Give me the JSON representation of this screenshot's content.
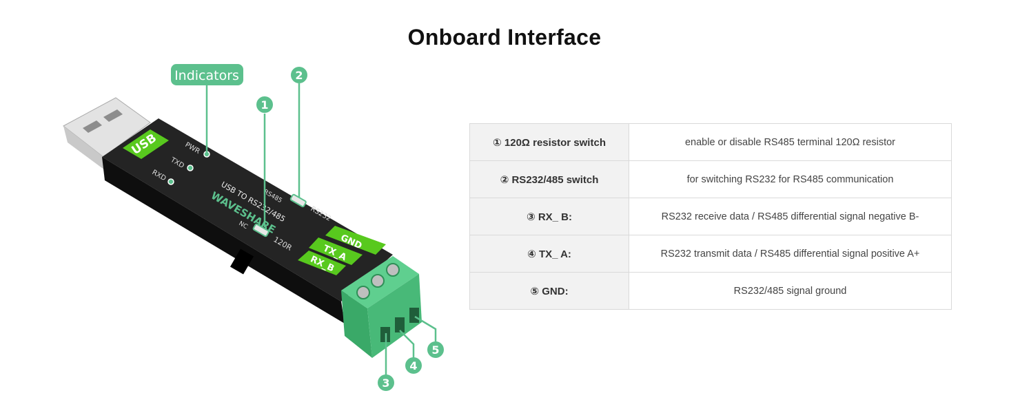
{
  "title": "Onboard Interface",
  "device": {
    "indicators_label": "Indicators",
    "usb_label": "USB",
    "pwr_label": "PWR",
    "txd_label": "TXD",
    "rxd_label": "RXD",
    "product_label": "USB TO RS232/485",
    "brand_label": "WAVESHARE",
    "rs485_label": "RS485",
    "rs232_label": "RS232",
    "nc_label": "NC",
    "r120_label": "120R",
    "pins": [
      "GND",
      "TX_A",
      "RX_B"
    ],
    "callouts": [
      "1",
      "2",
      "3",
      "4",
      "5"
    ]
  },
  "table": {
    "rows": [
      {
        "key": "① 120Ω resistor switch",
        "value": "enable or disable RS485 terminal 120Ω resistor"
      },
      {
        "key": "② RS232/485 switch",
        "value": "for switching RS232 for RS485 communication"
      },
      {
        "key": "③ RX_ B:",
        "value": "RS232 receive data / RS485 differential signal negative B-"
      },
      {
        "key": "④ TX_ A:",
        "value": "RS232 transmit data / RS485 differential signal positive A+"
      },
      {
        "key": "⑤ GND:",
        "value": "RS232/485 signal ground"
      }
    ]
  },
  "colors": {
    "accent": "#5cc08d",
    "device_body": "#1a1a1a",
    "label_green": "#58c91e",
    "terminal": "#3cae6c"
  }
}
